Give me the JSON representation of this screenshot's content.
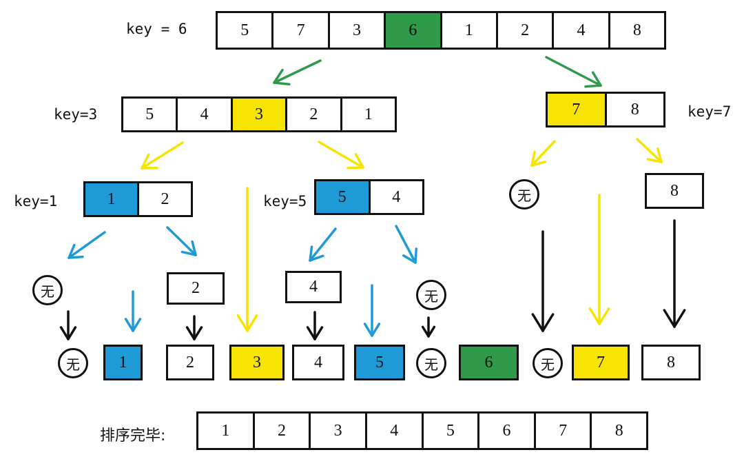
{
  "colors": {
    "green": "#2e9a4a",
    "yellow": "#f7e400",
    "blue": "#1e9bd7",
    "white": "#ffffff",
    "black": "#111111"
  },
  "none_glyph": "无",
  "rows": {
    "root": {
      "label": "key = 6",
      "cells": [
        "5",
        "7",
        "3",
        "6",
        "1",
        "2",
        "4",
        "8"
      ],
      "highlight": {
        "index": 3,
        "color": "green"
      }
    },
    "left": {
      "label": "key=3",
      "cells": [
        "5",
        "4",
        "3",
        "2",
        "1"
      ],
      "highlight": {
        "index": 2,
        "color": "yellow"
      }
    },
    "right": {
      "label": "key=7",
      "cells": [
        "7",
        "8"
      ],
      "highlight": {
        "index": 0,
        "color": "yellow"
      }
    },
    "left_left": {
      "label": "key=1",
      "cells": [
        "1",
        "2"
      ],
      "highlight": {
        "index": 0,
        "color": "blue"
      }
    },
    "left_right": {
      "label": "key=5",
      "cells": [
        "5",
        "4"
      ],
      "highlight": {
        "index": 0,
        "color": "blue"
      }
    },
    "leaf_2": {
      "cells": [
        "2"
      ]
    },
    "leaf_4": {
      "cells": [
        "4"
      ]
    },
    "leaf_8": {
      "cells": [
        "8"
      ]
    },
    "sorted_label": "排序完毕:",
    "sorted": [
      "1",
      "2",
      "3",
      "4",
      "5",
      "6",
      "7",
      "8"
    ]
  },
  "merged": [
    {
      "type": "none"
    },
    {
      "type": "cell",
      "value": "1",
      "color": "blue"
    },
    {
      "type": "cell",
      "value": "2",
      "color": "white"
    },
    {
      "type": "cell",
      "value": "3",
      "color": "yellow"
    },
    {
      "type": "cell",
      "value": "4",
      "color": "white"
    },
    {
      "type": "cell",
      "value": "5",
      "color": "blue"
    },
    {
      "type": "none"
    },
    {
      "type": "cell",
      "value": "6",
      "color": "green"
    },
    {
      "type": "none"
    },
    {
      "type": "cell",
      "value": "7",
      "color": "yellow"
    },
    {
      "type": "cell",
      "value": "8",
      "color": "white"
    }
  ]
}
